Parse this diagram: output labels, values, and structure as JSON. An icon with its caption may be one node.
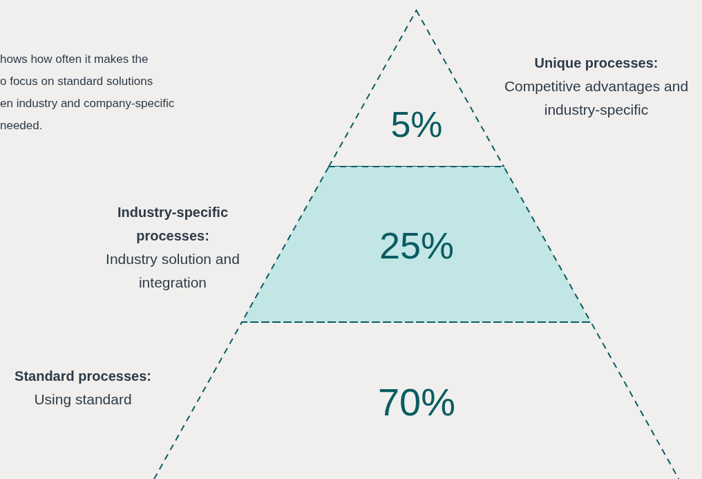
{
  "diagram": {
    "nodes": [
      {
        "text": [
          "5%"
        ],
        "beside": [
          "Unique processes:",
          "Competitive advantages and industry-specific"
        ]
      },
      {
        "text": [
          "25%"
        ],
        "beside": [
          "Industry-specific processes:",
          "Industry solution and integration"
        ]
      },
      {
        "text": [
          "70%"
        ],
        "beside": [
          "Standard processes:",
          "Using standard"
        ]
      }
    ],
    "labels": [
      "hows how often it makes the",
      "o focus on standard solutions",
      "en industry and company-specific",
      "needed."
    ]
  }
}
